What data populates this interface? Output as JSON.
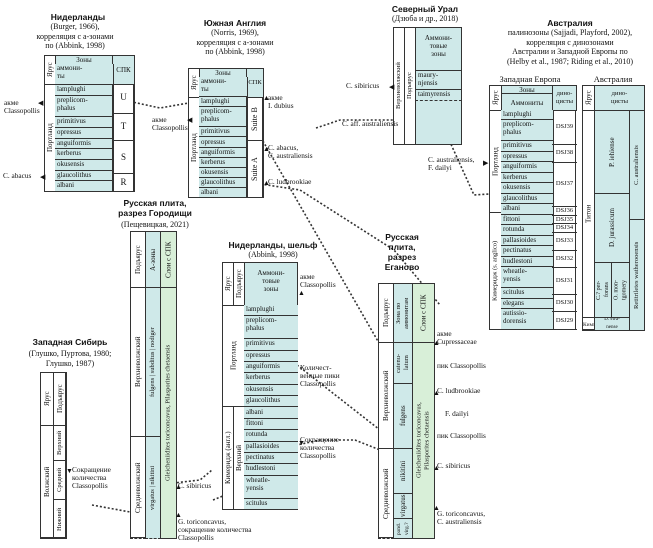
{
  "netherlands": {
    "title": "Нидерланды",
    "ref": [
      "(Burger, 1966),",
      "корреляция с a-зонами",
      "по (Abbink, 1998)"
    ],
    "zones_header": "Зоны",
    "stage_header": "Ярус",
    "zones": [
      "аммони-\nты",
      "lamplughi",
      "preplicom-\nphalus",
      "primitivus",
      "opressus",
      "anguiformis",
      "kerberus",
      "okusensis",
      "glaucolithus",
      "albani"
    ],
    "spk_header": "СПК",
    "spk": [
      "U",
      "T",
      "S",
      "R"
    ],
    "stage": "Портланд",
    "notes": [
      "акме\nClassopollis",
      "C. abacus"
    ]
  },
  "england": {
    "title": "Южная Англия",
    "ref": [
      "(Norris, 1969),",
      "корреляция с a-зонами",
      "по (Abbink, 1998)"
    ],
    "zones_header": "Зоны",
    "stage_header": "Ярус",
    "zones": [
      "аммони-\nты",
      "lamplughi",
      "preplicom-\nphalus",
      "primitivus",
      "opressus",
      "anguiformis",
      "kerberus",
      "okusensis",
      "glaucolithus",
      "albani"
    ],
    "spk_header": "СПК",
    "spk": [
      "Suite B",
      "Suite A"
    ],
    "stage": "Портланд",
    "notes": [
      "акме\nI. dubius",
      "акме\nClassopollis",
      "C. abacus,\nC. australiensis",
      "C. ludbrookiae"
    ]
  },
  "urals": {
    "title": "Северный Урал",
    "ref": [
      "(Дзюба и др., 2018)"
    ],
    "stage": "Верхневолжский",
    "zone_col_header": "Подъярус",
    "zones": [
      "Аммони-\nтовые\nзоны",
      "maury-\nnjensis",
      "taimyrensis"
    ],
    "notes": [
      "C. sibiricus",
      "C. aff. australiensis"
    ]
  },
  "australia": {
    "title": "Австралия",
    "ref": [
      "палинозоны (Sajjadi, Playford, 2002),",
      "корреляция с динозонами",
      "Австралии и Западной Европы по",
      "(Helby et al., 1987; Riding et al., 2010)"
    ],
    "west_europe": "Западная Европа",
    "australia_sub": "Австралия",
    "zones_header": "Зоны",
    "ammonites_header": "Аммониты",
    "dino_header": "дино-\nцисты",
    "stage_header": "Ярус",
    "zones": [
      "lamplughi",
      "preplicom-\nphalus",
      "primitivus",
      "opressus",
      "anguiformis",
      "kerberus",
      "okusensis",
      "glaucolithus",
      "albani",
      "fittoni",
      "rotunda",
      "pallasioides",
      "pectinatus",
      "hudlestoni",
      "wheatle-\nyensis",
      "scitulus",
      "elegans",
      "autissio-\ndorensis"
    ],
    "dsj": [
      "DSJ39",
      "DSJ38",
      "DSJ37",
      "DSJ36",
      "DSJ35",
      "DSJ34",
      "DSJ33",
      "DSJ32",
      "DSJ31",
      "DSJ30",
      "DSJ29"
    ],
    "stage_upper": "Портланд",
    "stage_lower": "Кимеридж (s. anglico)",
    "aus_stage": "Титон",
    "aus_kim": "Кимм.",
    "aus_zones": [
      "P. iehiense",
      "D. jurassicum",
      "C.? per-\nforans",
      "O. mon-\ntgomery",
      "D. swa-\nnense"
    ],
    "aus_palyno": [
      "C. australiensis",
      "Retitriletes watherooensis"
    ],
    "notes": [
      "C. australiensis,\nF. dailyi"
    ]
  },
  "russian_gorodishche": {
    "title": [
      "Русская плита,",
      "разрез Городищи"
    ],
    "ref": [
      "(Пещевицкая, 2021)"
    ],
    "headers": [
      "Подъярус",
      "А-зоны",
      "Слои с СПК"
    ],
    "substages": [
      "Верхневолжский",
      "Средневолжский"
    ],
    "azones": [
      "fulgens | subditus | nodiger",
      "virgatus | nikitini"
    ],
    "spk": [
      "Gleicheniidites toriconcavus, Pilasporites chetaensis"
    ],
    "notes": [
      "C. sibiricus",
      "G. toriconcavus,\nсокращение количества\nClassopollis"
    ]
  },
  "netherlands_shelf": {
    "title": "Нидерланды, шельф",
    "ref": [
      "(Abbink, 1998)"
    ],
    "headers": [
      "Ярус",
      "Подъярус",
      "Аммони-\nтовые\nзоны"
    ],
    "zones": [
      "lamplughi",
      "preplicom-\nphalus",
      "primitivus",
      "opressus",
      "anguiformis",
      "kerberus",
      "okusensis",
      "glaucolithus",
      "albani",
      "fittoni",
      "rotunda",
      "pallasioides",
      "pectinatus",
      "hudlestoni",
      "wheatle-\nyensis",
      "scitulus"
    ],
    "stage_upper": "Портланд",
    "stage_lower": "Кимеридж (англ.)",
    "substage_lower": "Верхний",
    "notes": [
      "акме\nClassopollis",
      "Количест-\nвенные пики\nClassopollis",
      "Сокращение\nколичества\nClassopollis"
    ]
  },
  "russian_eganovo": {
    "title": [
      "Русская",
      "плита,",
      "разрез",
      "Еганово"
    ],
    "headers": [
      "Подъярус",
      "Зона по\nаммонитам",
      "Слои с СПК"
    ],
    "substages": [
      "Верхневолжский",
      "Средневолжский"
    ],
    "azones": [
      "catenu-\nlatum",
      "fulgens",
      "nikitini",
      "virgatus",
      "pand.\nvirg.?"
    ],
    "spk": [
      "Gleicheniidites toriconcavus,\nPilasporites chetaensis"
    ],
    "notes": [
      "акме\nCupressaceae",
      "пик Classopollis",
      "C. ludbrookiae",
      "F. dailyi",
      "пик Classopollis",
      "C. sibiricus",
      "G. toriconcavus,\nC. australiensis"
    ]
  },
  "west_siberia": {
    "title": "Западная Сибирь",
    "ref": [
      "(Глушко, Пуртова, 1980;",
      "Глушко, 1987)"
    ],
    "headers": [
      "Ярус",
      "Подъярус"
    ],
    "stage": "Волжский",
    "substages": [
      "Верхний",
      "Средний",
      "Нижний"
    ],
    "notes": [
      "Сокращение\nколичества\nClassopollis"
    ]
  }
}
